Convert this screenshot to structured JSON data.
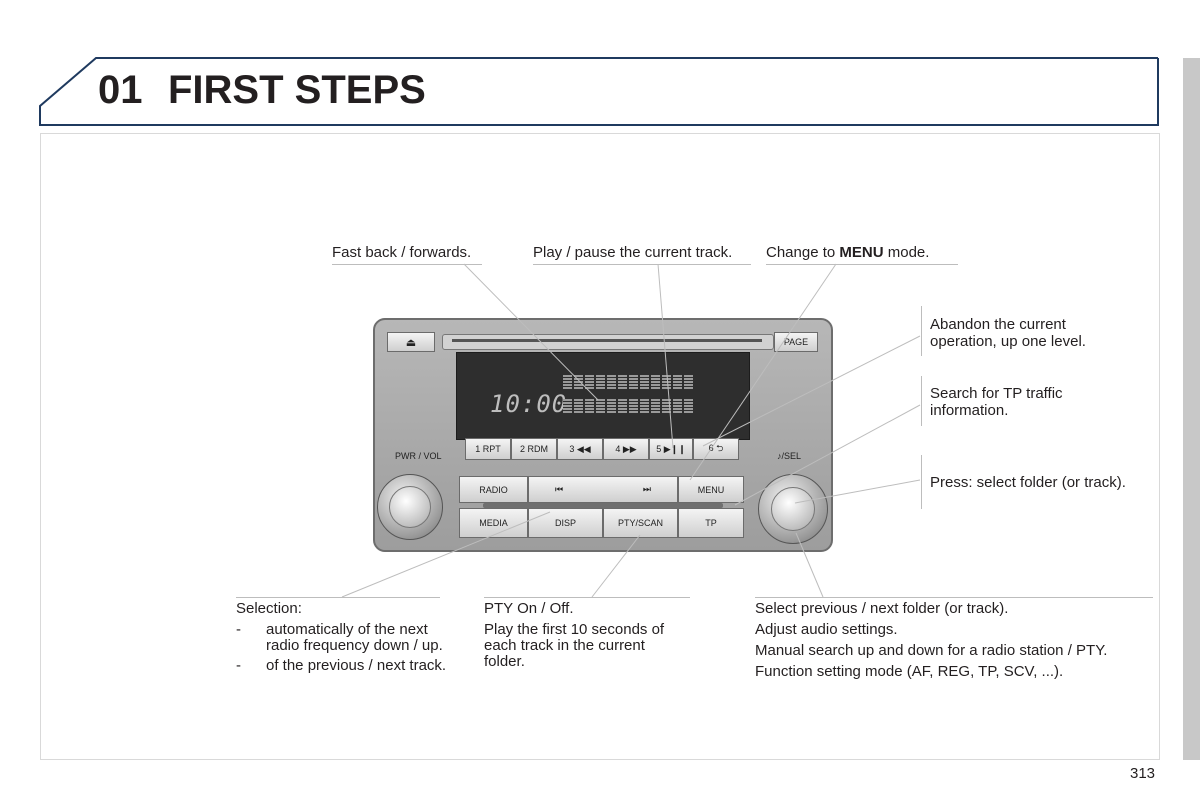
{
  "header": {
    "chapter_number": "01",
    "chapter_title": "FIRST STEPS"
  },
  "page_number": "313",
  "labels": {
    "fast": "Fast back / forwards.",
    "play": "Play / pause the current track.",
    "menu_prefix": "Change to ",
    "menu_bold": "MENU",
    "menu_suffix": " mode.",
    "abandon_1": "Abandon the current",
    "abandon_2": "operation, up one level.",
    "tp_1": "Search for TP traffic",
    "tp_2": "information.",
    "press": "Press: select folder (or track)."
  },
  "bottom": {
    "selection": {
      "title": "Selection:",
      "items": [
        "automatically of the next radio frequency down / up.",
        "of the previous / next track."
      ]
    },
    "pty": {
      "title": "PTY On / Off.",
      "body": "Play the first 10 seconds of each track in the current folder."
    },
    "right": {
      "lines": [
        "Select previous / next folder (or track).",
        "Adjust audio settings.",
        "Manual search up and down for a radio station / PTY.",
        "Function setting mode (AF, REG, TP, SCV, ...)."
      ]
    }
  },
  "radio": {
    "eject": "⏏",
    "page": "PAGE",
    "clock": "10:00",
    "pwr_vol": "PWR / VOL",
    "sel": "♪/SEL",
    "presets": [
      "1 RPT",
      "2 RDM",
      "3 ◀◀",
      "4 ▶▶",
      "5 ▶❙❙",
      "6 ⮌"
    ],
    "radio_btn": "RADIO",
    "prev_track": "⏮",
    "next_track": "⏭",
    "menu_btn": "MENU",
    "media_btn": "MEDIA",
    "disp_btn": "DISP",
    "ptyscan_btn": "PTY/SCAN",
    "tp_btn": "TP"
  },
  "colors": {
    "text": "#231f20",
    "rule": "#bdbdbd",
    "header_border": "#1f3a5f",
    "tab": "#c8c8c8"
  }
}
